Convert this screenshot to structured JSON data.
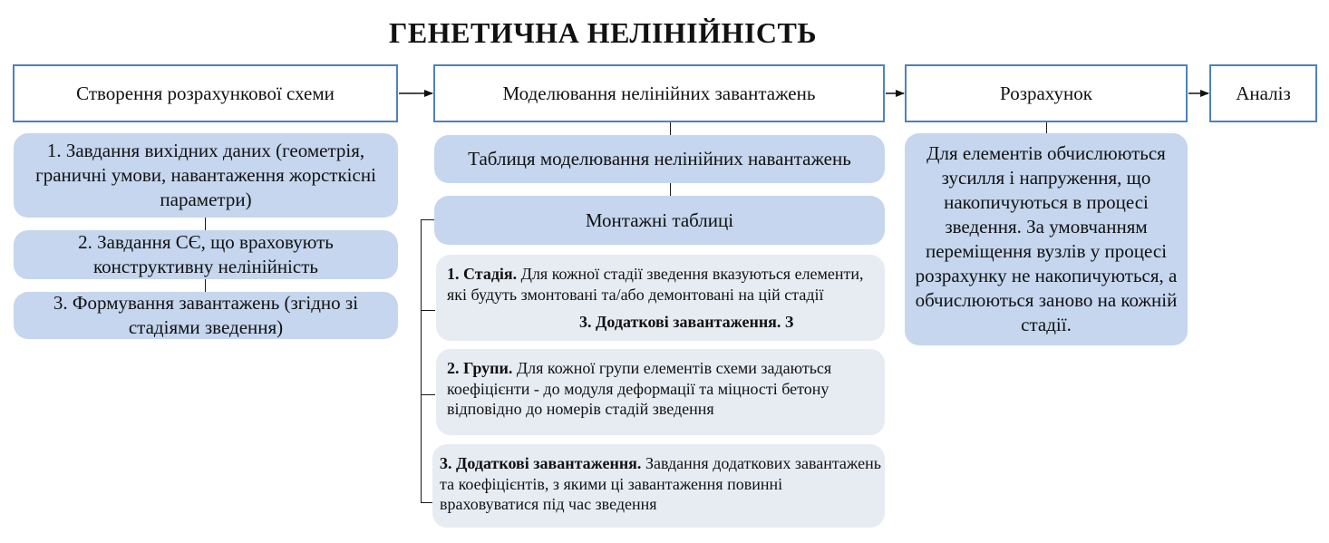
{
  "title": "ГЕНЕТИЧНА НЕЛІНІЙНІСТЬ",
  "headers": [
    "Створення розрахункової схеми",
    "Моделювання нелінійних завантажень",
    "Розрахунок",
    "Аналіз"
  ],
  "col1": [
    "1. Завдання вихідних даних (геометрія, граничні умови, навантаження жорсткісні параметри)",
    "2. Завдання СЄ, що враховують конструктивну нелінійність",
    "3. Формування завантажень (згідно зі стадіями зведення)"
  ],
  "col2": {
    "table_label": "Таблиця моделювання нелінійних навантажень",
    "montage_label": "Монтажні таблиці",
    "items": [
      {
        "head": "1. Стадія.",
        "text": " Для кожної стадії зведення вказуються елементи, які будуть змонтовані та/або демонтовані на цій стадії"
      },
      {
        "head": "2. Групи.",
        "text": " Для кожної групи елементів схеми задаються коефіцієнти - до модуля деформації та міцності бетону відповідно до номерів стадій зведення"
      },
      {
        "head": "3. Додаткові завантаження.",
        "text": " Завдання додаткових завантажень та коефіцієнтів, з якими ці завантаження повинні враховуватися під час зведення"
      }
    ],
    "overlap_text": "3. Додаткові завантаження. З"
  },
  "col3": "Для елементів обчислюються зусилля і напруження, що накопичуються в процесі зведення. За умовчанням переміщення вузлів у процесі розрахунку не накопичуються, а обчислюються заново на кожній стадії."
}
